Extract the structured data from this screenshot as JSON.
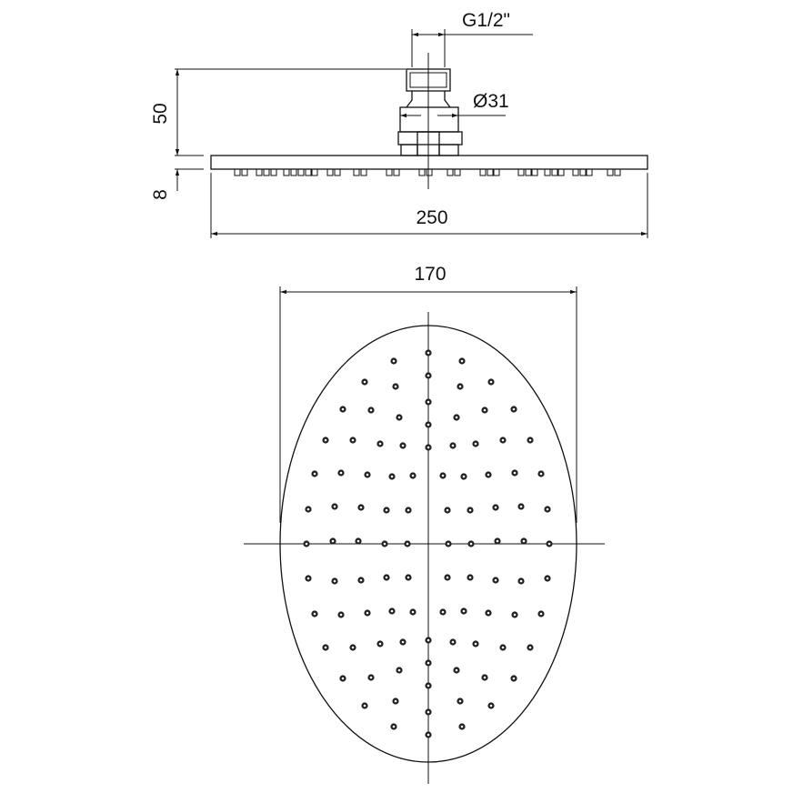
{
  "title": "Shower head technical drawing",
  "side_view": {
    "thread_label": "G1/2\"",
    "diameter_label": "Ø31",
    "height_label": "50",
    "thickness_label": "8",
    "width_label": "250"
  },
  "top_view": {
    "width_label": "170"
  },
  "colors": {
    "line": "#111111",
    "background": "#ffffff"
  }
}
